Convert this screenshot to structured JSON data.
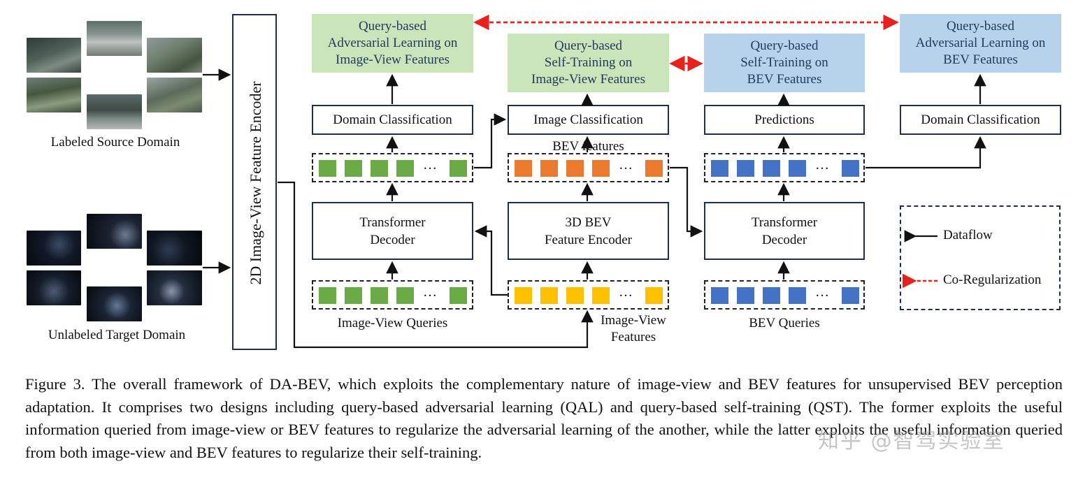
{
  "colors": {
    "green_query": "#6aab45",
    "orange_bev": "#ec7a2e",
    "yellow_query": "#ffc000",
    "blue_query": "#4472c4",
    "green_box": "#c9e5b9",
    "blue_box": "#b7d3ec",
    "coreg_red": "#e8211c"
  },
  "labels": {
    "source_domain": "Labeled Source Domain",
    "target_domain": "Unlabeled Target Domain",
    "encoder": "2D Image-View Feature Encoder",
    "qal_iv": "Query-based\nAdversarial Learning on\nImage-View Features",
    "qst_iv": "Query-based\nSelf-Training on\nImage-View Features",
    "qst_bev": "Query-based\nSelf-Training on\nBEV Features",
    "qal_bev": "Query-based\nAdversarial Learning on\nBEV Features",
    "domain_cls_left": "Domain Classification",
    "image_cls": "Image Classification",
    "predictions": "Predictions",
    "domain_cls_right": "Domain Classification",
    "bev_features": "BEV features",
    "transformer_left": "Transformer\nDecoder",
    "bev_encoder": "3D BEV\nFeature Encoder",
    "transformer_right": "Transformer\nDecoder",
    "iv_queries": "Image-View Queries",
    "iv_features": "Image-View\nFeatures",
    "bev_queries": "BEV Queries",
    "ellipsis": "…"
  },
  "legend": {
    "dataflow": "Dataflow",
    "coreg": "Co-Regularization"
  },
  "caption": {
    "text": "Figure 3. The overall framework of DA-BEV, which exploits the complementary nature of image-view and BEV features for unsupervised BEV perception adaptation. It comprises two designs including query-based adversarial learning (QAL) and query-based self-training (QST). The former exploits the useful information queried from image-view or BEV features to regularize the adversarial learning of the another, while the latter exploits the useful information queried from both image-view and BEV features to regularize their self-training."
  },
  "watermark": "知乎 @智驾实验室"
}
